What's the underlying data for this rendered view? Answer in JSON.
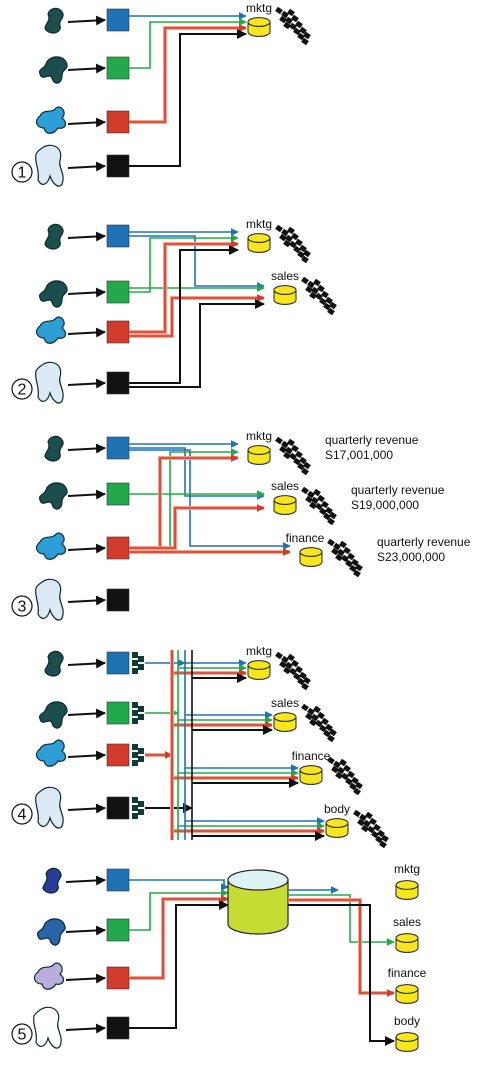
{
  "colors": {
    "blue": "#1f72b4",
    "green": "#22a94b",
    "red": "#d23a2b",
    "black": "#111111",
    "salmon": "#f2a48f",
    "db_yellow": "#f5e61e",
    "hub_green": "#c6dc34"
  },
  "panels": [
    {
      "number": "1",
      "databases": [
        {
          "label": "mktg",
          "revenue_label": "",
          "revenue_value": ""
        }
      ]
    },
    {
      "number": "2",
      "databases": [
        {
          "label": "mktg",
          "revenue_label": "",
          "revenue_value": ""
        },
        {
          "label": "sales",
          "revenue_label": "",
          "revenue_value": ""
        }
      ]
    },
    {
      "number": "3",
      "databases": [
        {
          "label": "mktg",
          "revenue_label": "quarterly revenue",
          "revenue_value": "S17,001,000"
        },
        {
          "label": "sales",
          "revenue_label": "quarterly revenue",
          "revenue_value": "S19,000,000"
        },
        {
          "label": "finance",
          "revenue_label": "quarterly revenue",
          "revenue_value": "S23,000,000"
        }
      ]
    },
    {
      "number": "4",
      "databases": [
        {
          "label": "mktg",
          "revenue_label": "",
          "revenue_value": ""
        },
        {
          "label": "sales",
          "revenue_label": "",
          "revenue_value": ""
        },
        {
          "label": "finance",
          "revenue_label": "",
          "revenue_value": ""
        },
        {
          "label": "body",
          "revenue_label": "",
          "revenue_value": ""
        }
      ]
    },
    {
      "number": "5",
      "databases": [
        {
          "label": "mktg",
          "revenue_label": "",
          "revenue_value": ""
        },
        {
          "label": "sales",
          "revenue_label": "",
          "revenue_value": ""
        },
        {
          "label": "finance",
          "revenue_label": "",
          "revenue_value": ""
        },
        {
          "label": "body",
          "revenue_label": "",
          "revenue_value": ""
        }
      ]
    }
  ]
}
